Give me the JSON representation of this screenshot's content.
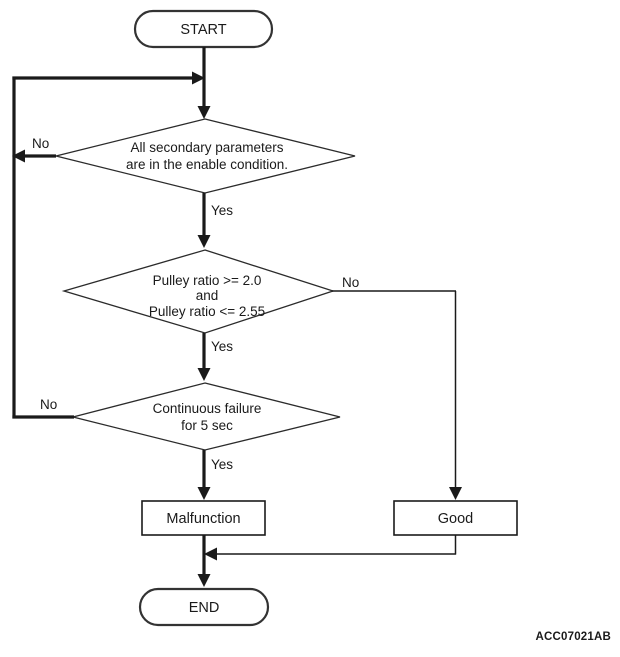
{
  "diagram": {
    "type": "flowchart",
    "reference_code": "ACC07021AB",
    "colors": {
      "background": "#ffffff",
      "stroke": "#1a1a1a",
      "terminator_stroke": "#333333",
      "text": "#1a1a1a"
    },
    "nodes": {
      "start": {
        "label": "START",
        "shape": "terminator"
      },
      "decision_secondary_parameters": {
        "shape": "diamond",
        "line1": "All secondary parameters",
        "line2": "are in the enable condition."
      },
      "decision_pulley_ratio": {
        "shape": "diamond",
        "line1": "Pulley ratio >= 2.0",
        "line2": "and",
        "line3": "Pulley ratio <= 2.55"
      },
      "decision_continuous_failure": {
        "shape": "diamond",
        "line1": "Continuous failure",
        "line2": "for 5 sec"
      },
      "malfunction": {
        "label": "Malfunction",
        "shape": "process"
      },
      "good": {
        "label": "Good",
        "shape": "process"
      },
      "end": {
        "label": "END",
        "shape": "terminator"
      }
    },
    "edge_labels": {
      "secondary_no": "No",
      "secondary_yes": "Yes",
      "pulley_no": "No",
      "pulley_yes": "Yes",
      "failure_no": "No",
      "failure_yes": "Yes"
    }
  }
}
